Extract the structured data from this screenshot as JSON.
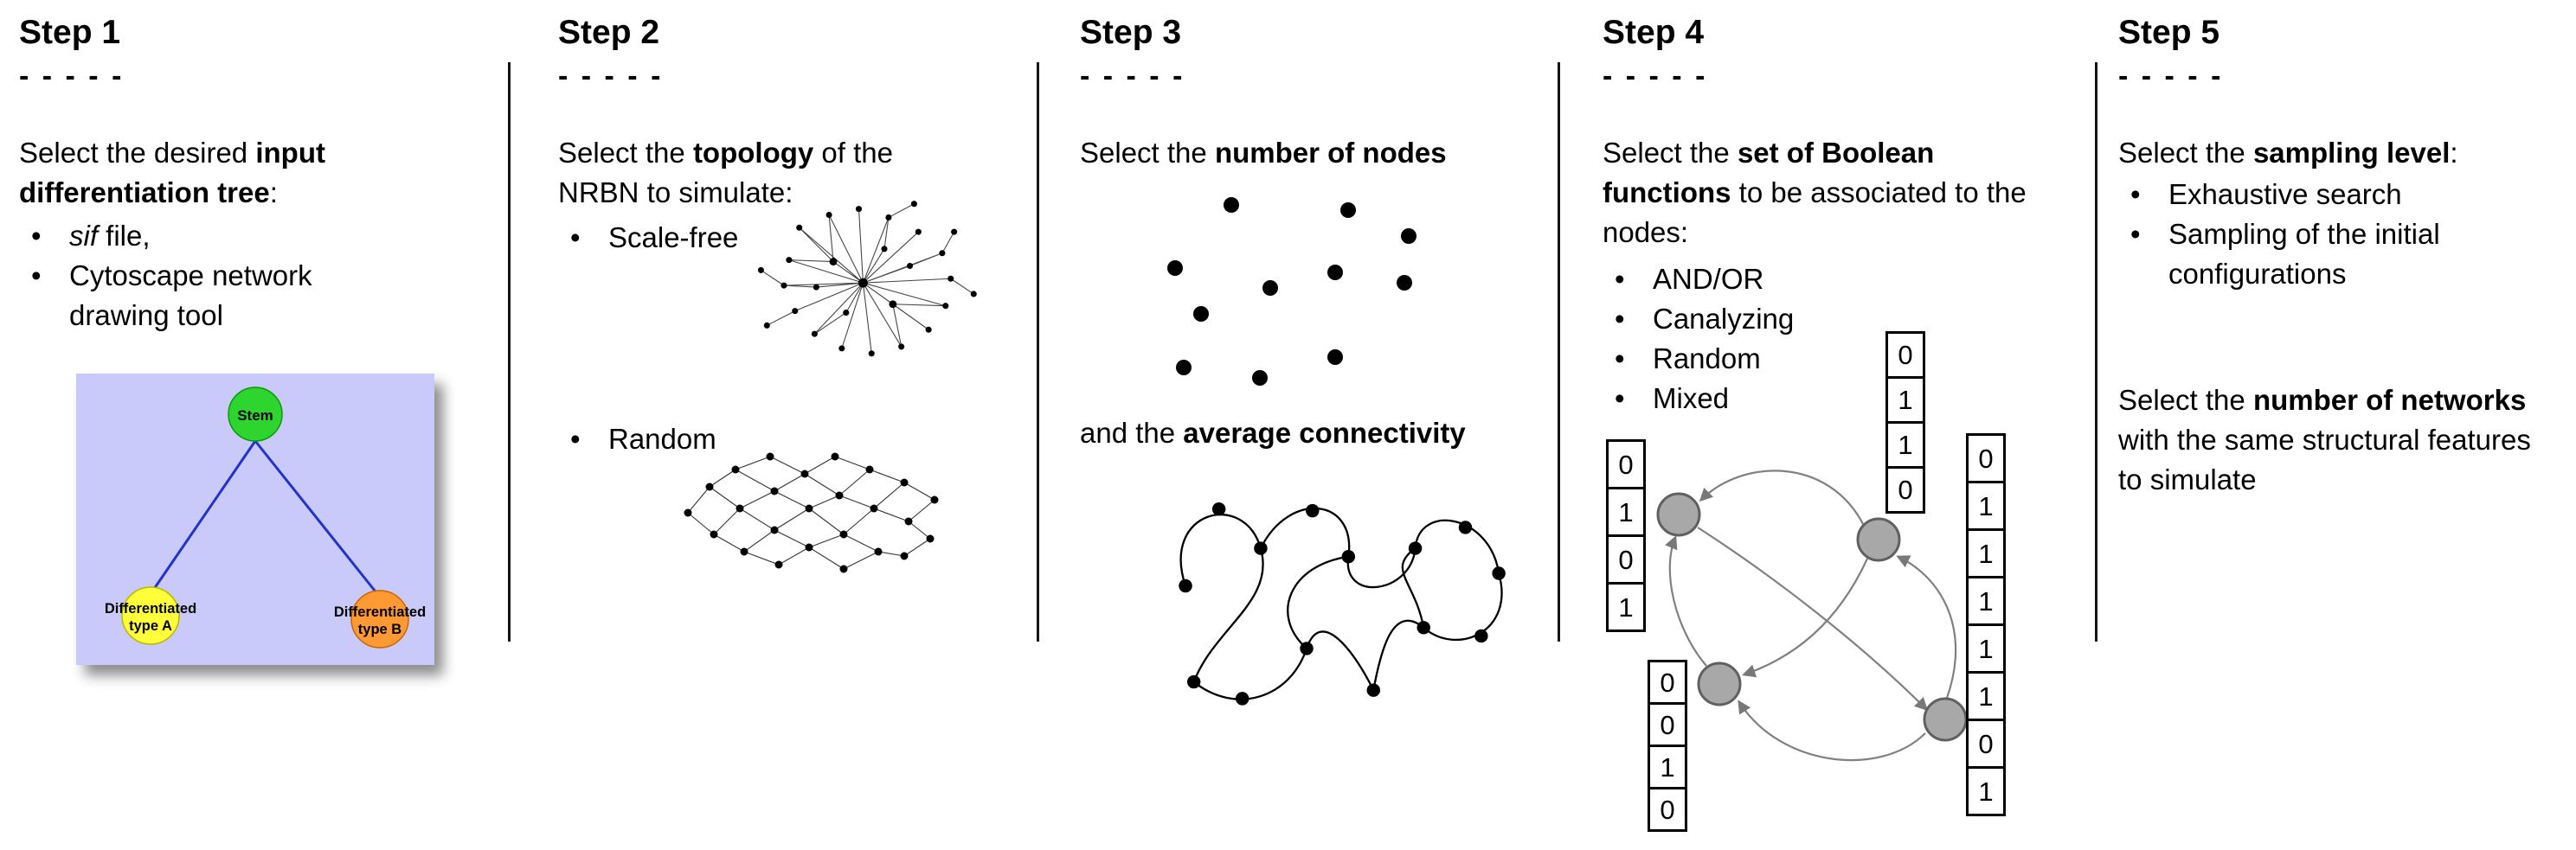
{
  "step1": {
    "title": "Step 1",
    "dashes": "- - - - -",
    "intro_pre": "Select the desired ",
    "intro_bold": "input differentiation tree",
    "intro_post": ":",
    "bullet_marker": "•",
    "bullet1_italic": "sif",
    "bullet1_rest": " file,",
    "bullet2": "Cytoscape network drawing tool",
    "tree": {
      "stem_label": "Stem",
      "type_a_line1": "Differentiated",
      "type_a_line2": "type A",
      "type_b_line1": "Differentiated",
      "type_b_line2": "type B",
      "colors": {
        "background": "#c9c9fa",
        "stem": "#2ed52e",
        "type_a": "#ffff3a",
        "type_b": "#ff9933",
        "edge": "#2233cc"
      }
    }
  },
  "step2": {
    "title": "Step 2",
    "dashes": "- - - - -",
    "intro_pre": "Select the ",
    "intro_bold": "topology",
    "intro_post": " of the NRBN to simulate:",
    "bullet_marker": "•",
    "bullet1": "Scale-free",
    "bullet2": "Random"
  },
  "step3": {
    "title": "Step 3",
    "dashes": "- - - - -",
    "line1_pre": "Select the ",
    "line1_bold": "number of nodes",
    "line2_pre": "and the ",
    "line2_bold": "average connectivity"
  },
  "step4": {
    "title": "Step 4",
    "dashes": "- - - - -",
    "intro_pre": "Select the ",
    "intro_bold": "set of Boolean functions",
    "intro_post": " to be associated to the nodes:",
    "bullet_marker": "•",
    "bullets": [
      "AND/OR",
      "Canalyzing",
      "Random",
      "Mixed"
    ],
    "truth_tables": {
      "top": [
        "0",
        "1",
        "1",
        "0"
      ],
      "left": [
        "0",
        "1",
        "0",
        "1"
      ],
      "bottom_left": [
        "0",
        "0",
        "1",
        "0"
      ],
      "right": [
        "0",
        "1",
        "1",
        "1",
        "1",
        "1",
        "0",
        "1"
      ]
    }
  },
  "step5": {
    "title": "Step 5",
    "dashes": "- - - - -",
    "intro_pre": "Select the ",
    "intro_bold": "sampling level",
    "intro_post": ":",
    "bullet_marker": "•",
    "bullet1": "Exhaustive search",
    "bullet2": "Sampling of the initial configurations",
    "para2_pre": "Select the ",
    "para2_bold": "number of networks",
    "para2_post": " with the same structural features to simulate"
  }
}
